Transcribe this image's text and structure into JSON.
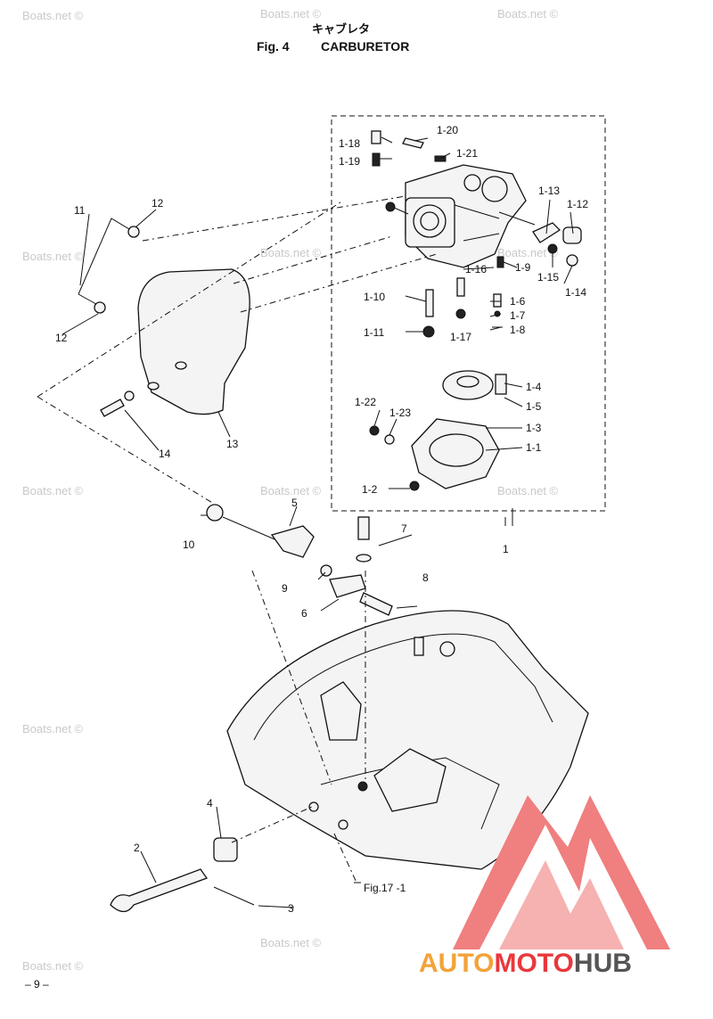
{
  "header": {
    "japanese_title": "キャブレタ",
    "fig_label": "Fig. 4",
    "title": "CARBURETOR"
  },
  "watermark": {
    "text": "Boats.net ©"
  },
  "page_number": "– 9 –",
  "callouts": {
    "c1": "1",
    "c1_1": "1-1",
    "c1_2": "1-2",
    "c1_3": "1-3",
    "c1_4": "1-4",
    "c1_5": "1-5",
    "c1_6": "1-6",
    "c1_7": "1-7",
    "c1_8": "1-8",
    "c1_9": "1-9",
    "c1_10": "1-10",
    "c1_11": "1-11",
    "c1_12": "1-12",
    "c1_13": "1-13",
    "c1_14": "1-14",
    "c1_15": "1-15",
    "c1_16": "1-16",
    "c1_17": "1-17",
    "c1_18": "1-18",
    "c1_19": "1-19",
    "c1_20": "1-20",
    "c1_21": "1-21",
    "c1_22": "1-22",
    "c1_23": "1-23",
    "c2": "2",
    "c3": "3",
    "c4": "4",
    "c5": "5",
    "c6": "6",
    "c7": "7",
    "c8": "8",
    "c9": "9",
    "c10": "10",
    "c11": "11",
    "c12a": "12",
    "c12b": "12",
    "c13": "13",
    "c14": "14"
  },
  "reference": "Fig.17 -1",
  "logo": {
    "part1": "AUTO",
    "part2": "MOTO",
    "part3": "HUB",
    "colors": {
      "auto": "#f2a33a",
      "moto": "#e8383d",
      "hub": "#555555",
      "triangle": "#f07f7f"
    }
  }
}
